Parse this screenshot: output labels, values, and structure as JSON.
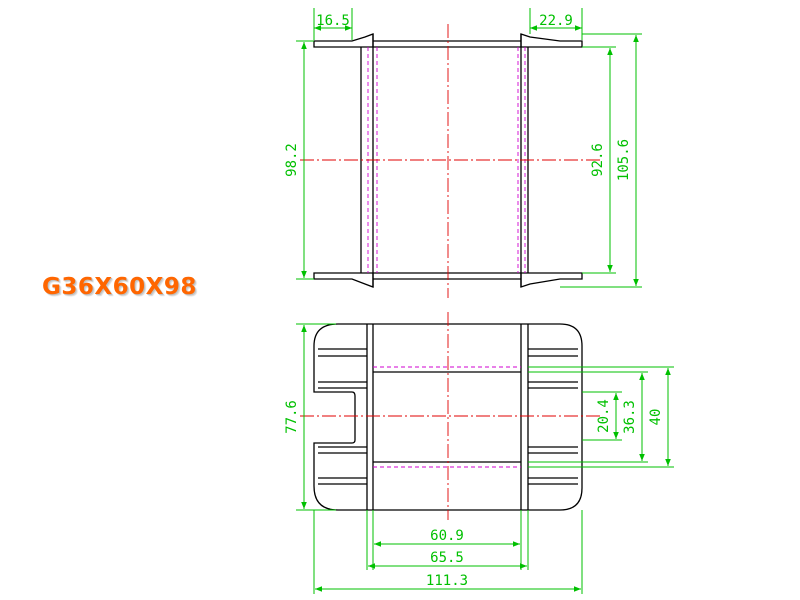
{
  "model_label": "G36X60X98",
  "colors": {
    "outline": "#000000",
    "dimension": "#00c000",
    "centerline": "#e00000",
    "hidden": "#d000d0",
    "label": "#ff6600"
  },
  "front_view": {
    "dims": {
      "flange_left": "16.5",
      "flange_right": "22.9",
      "height_inner": "98.2",
      "height_mid": "92.6",
      "height_outer": "105.6"
    }
  },
  "top_view": {
    "dims": {
      "width": "77.6",
      "slot_20_4": "20.4",
      "slot_36_3": "36.3",
      "slot_40": "40",
      "length_60_9": "60.9",
      "length_65_5": "65.5",
      "length_111_3": "111.3"
    }
  }
}
